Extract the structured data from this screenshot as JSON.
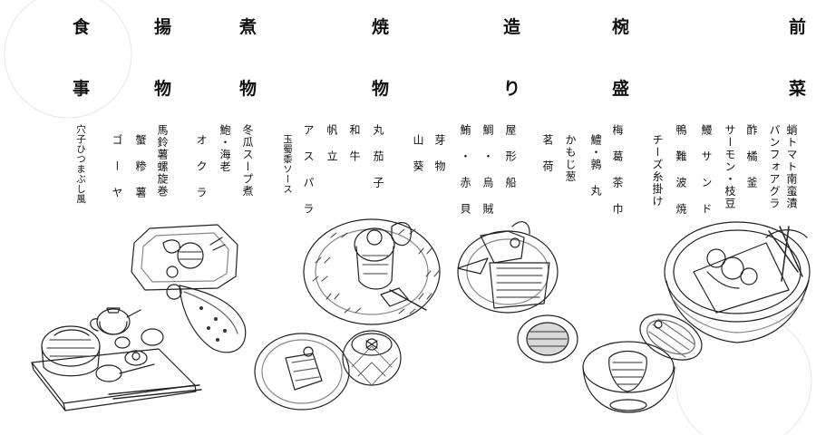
{
  "categories": [
    {
      "top": "前",
      "bottom": "菜"
    },
    {
      "top": "椀",
      "bottom": "盛"
    },
    {
      "top": "造",
      "bottom": "り"
    },
    {
      "top": "焼",
      "bottom": "物"
    },
    {
      "top": "煮",
      "bottom": "物"
    },
    {
      "top": "揚",
      "bottom": "物"
    },
    {
      "top": "食",
      "bottom": "事"
    }
  ],
  "dishes": [
    "蛸トマト南蛮漬",
    "パンフォアグラ",
    "酢 橘 釜",
    "サーモン・枝豆",
    "鰻 サ ン ド",
    "鴨 難 波 焼",
    "チーズ糸掛け",
    "梅 葛 茶 巾",
    "鱧・鶉 丸",
    "かもじ葱",
    "茗 荷",
    "屋 形 船",
    "鯛 ・ 烏 賊",
    "鮪 ・ 赤 貝",
    "芽 物",
    "山 葵",
    "丸 茄 子",
    "和 牛",
    "帆 立",
    "ア ス パ ラ",
    "玉蜀黍ソース",
    "冬瓜スープ煮",
    "鮑・海老",
    "オ ク ラ",
    "馬鈴薯螺旋巻",
    "蟹 糁 薯",
    "ゴ ー ヤ",
    "穴子ひつまぶし風"
  ]
}
